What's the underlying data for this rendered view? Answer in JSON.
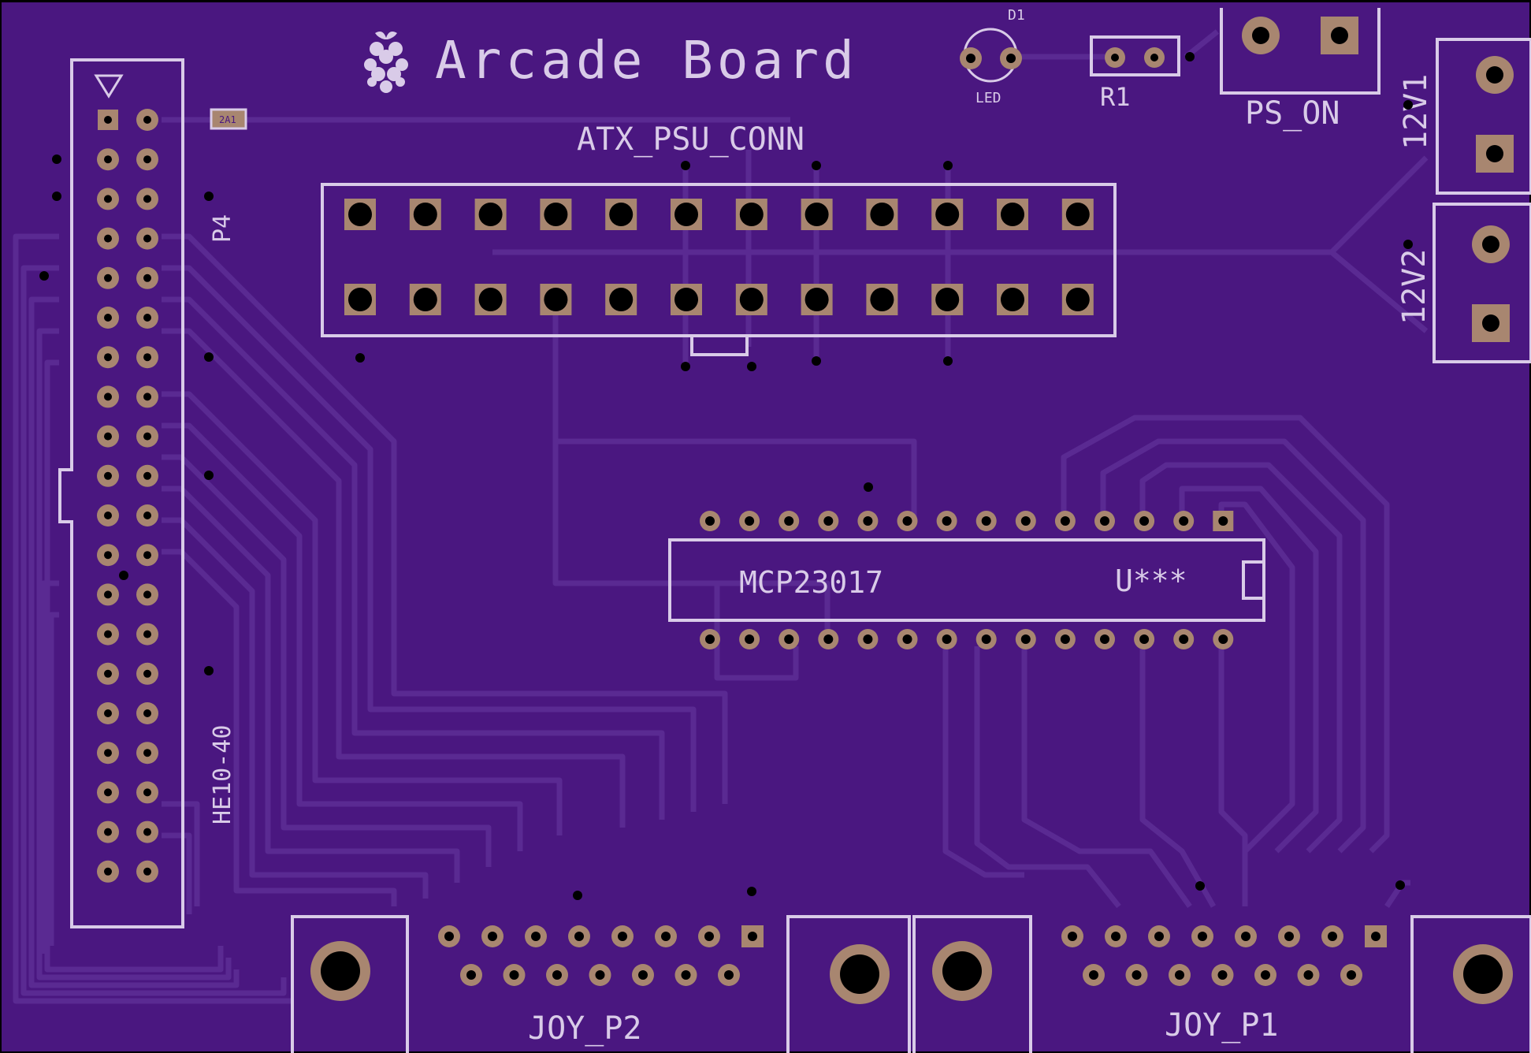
{
  "board": {
    "title": "Arcade Board",
    "colors": {
      "substrate": "#4a1780",
      "trace": "#5a2a92",
      "silkscreen": "#d9cbe8",
      "pad": "#a88670",
      "drill": "#000000"
    },
    "logo_icon": "raspberry-pi-logo-icon"
  },
  "components": {
    "p4": {
      "ref": "P4",
      "value": "HE10-40"
    },
    "atx": {
      "ref": "ATX_PSU_CONN"
    },
    "u": {
      "ref": "U***",
      "value": "MCP23017"
    },
    "d1": {
      "ref": "D1",
      "value": "LED"
    },
    "r1": {
      "ref": "R1"
    },
    "ps_on": {
      "ref": "PS_ON"
    },
    "v12_1": {
      "ref": "12V1"
    },
    "v12_2": {
      "ref": "12V2"
    },
    "joy_p2": {
      "ref": "JOY_P2"
    },
    "joy_p1": {
      "ref": "JOY_P1"
    },
    "smd": {
      "ref": "2A1"
    }
  }
}
